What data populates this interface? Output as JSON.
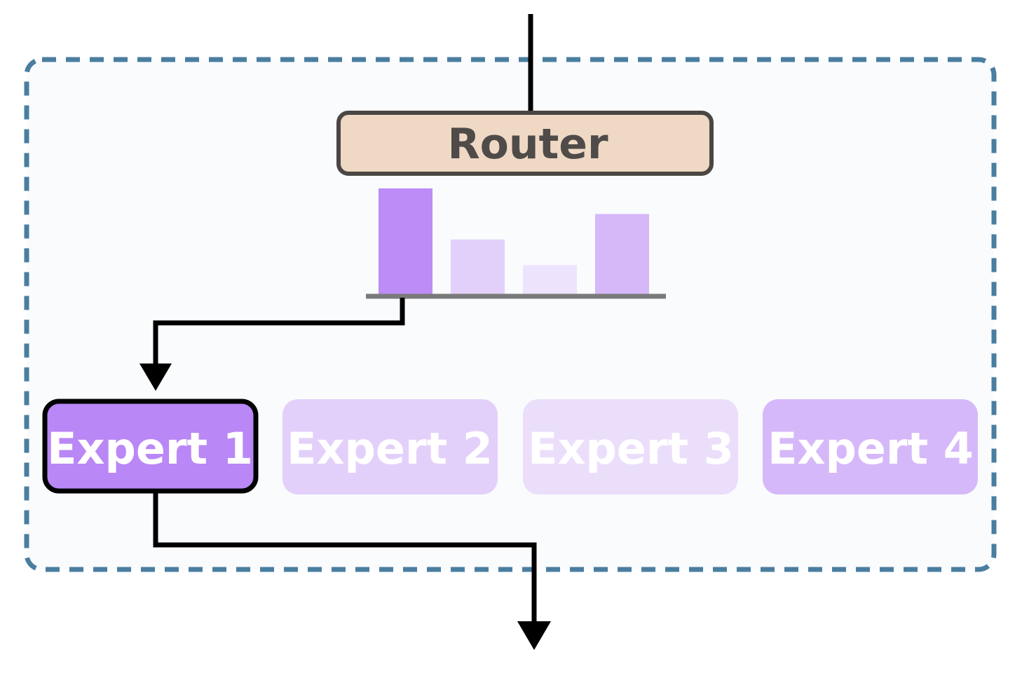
{
  "router": {
    "label": "Router"
  },
  "experts": [
    {
      "label": "Expert 1",
      "selected": true
    },
    {
      "label": "Expert 2",
      "selected": false
    },
    {
      "label": "Expert 3",
      "selected": false
    },
    {
      "label": "Expert 4",
      "selected": false
    }
  ],
  "router_scores": [
    1.0,
    0.52,
    0.28,
    0.76
  ],
  "colors": {
    "container_border": "#4a7ea0",
    "container_fill": "#f9fbfd",
    "router_fill": "#efd9c4",
    "router_border": "#4a4644",
    "router_text": "#4f4b49",
    "expert_selected_fill": "#b987f6",
    "expert_selected_border": "#000000",
    "expert_text": "#ffffff",
    "bar_colors": [
      "#bd8cf7",
      "#e2d0fa",
      "#eee3fc",
      "#d6b8f9"
    ],
    "expert_fills": [
      "#b987f6",
      "#e3d0fa",
      "#ebdefb",
      "#d5b8f9"
    ],
    "baseline": "#7a7a7a",
    "arrow": "#000000"
  }
}
